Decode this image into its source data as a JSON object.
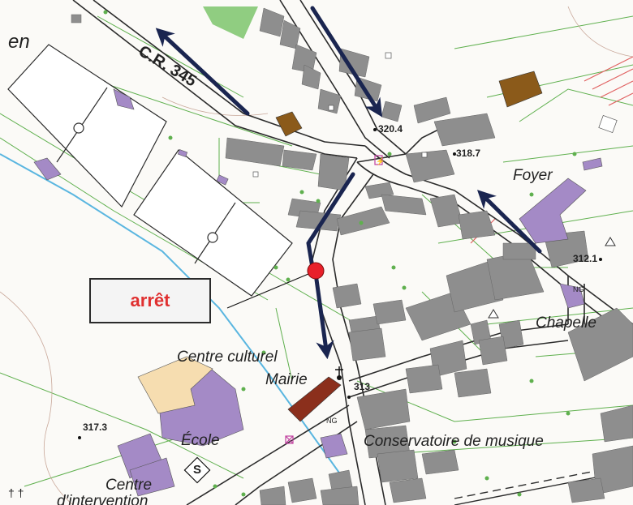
{
  "map": {
    "place_labels": {
      "en": "en",
      "road": "C.R. 345",
      "foyer": "Foyer",
      "chapelle": "Chapelle",
      "centre_culturel": "Centre culturel",
      "mairie": "Mairie",
      "ecole": "École",
      "conservatoire": "Conservatoire de musique",
      "centre": "Centre",
      "dintervention": "d'intervention"
    },
    "elevations": {
      "e1": "320.4",
      "e2": "318.7",
      "e3": "312.1",
      "e4": "313",
      "e5": "317.3"
    },
    "small_labels": {
      "ng1": "NG",
      "ng2": "NG",
      "school_symbol": "S",
      "crosses": "† †"
    },
    "stop": {
      "label": "arrêt",
      "marker_color": "#e8202a"
    },
    "colors": {
      "arrow": "#1a2550",
      "building": "#8e8e8e",
      "purple": "#a48ac6",
      "brown": "#8b5a1a",
      "mairie": "#8b2f1c",
      "beige": "#f6ddb0",
      "green": "#7cc46c",
      "contour": "#5fb04e",
      "water": "#5ab6e0"
    }
  }
}
